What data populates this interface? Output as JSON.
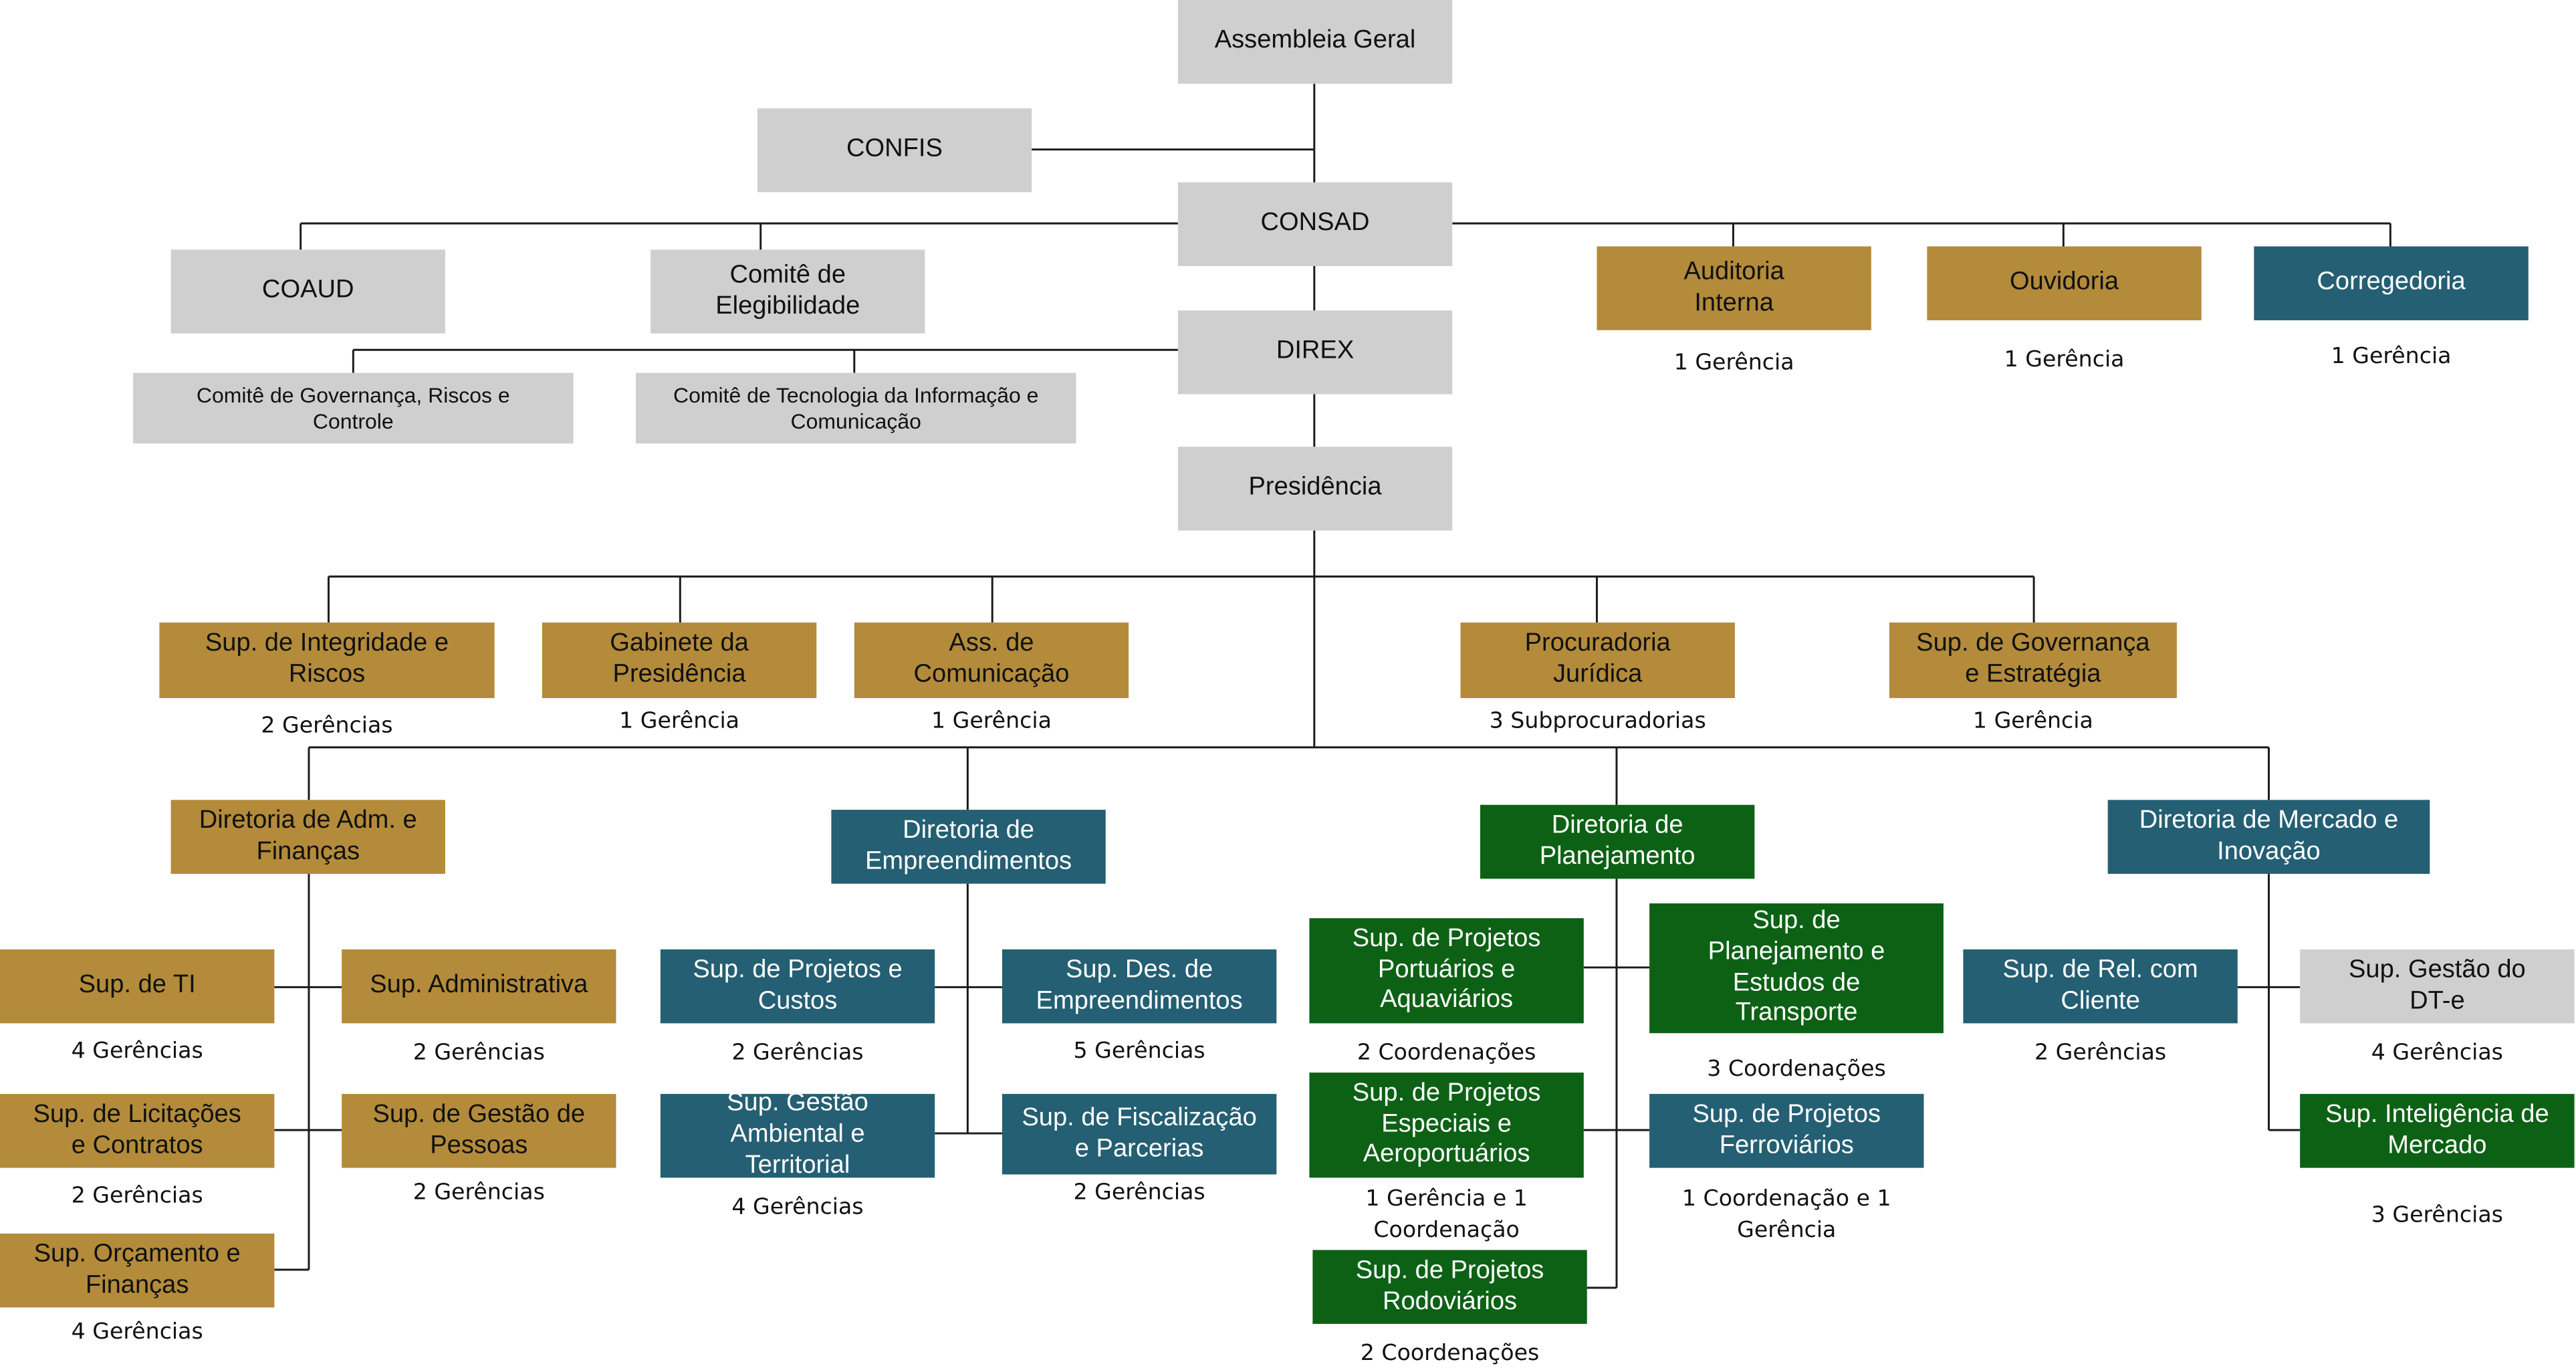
{
  "colors": {
    "gray": "#d0cfcf",
    "gold": "#b38b3a",
    "teal": "#245f73",
    "green": "#0d6115",
    "line": "#1a1a1a"
  },
  "nodes": {
    "assembleia": {
      "label": "Assembleia Geral",
      "color": "gray"
    },
    "confis": {
      "label": "CONFIS",
      "color": "gray"
    },
    "consad": {
      "label": "CONSAD",
      "color": "gray"
    },
    "coaud": {
      "label": "COAUD",
      "color": "gray"
    },
    "comite_eleg": {
      "label": "Comitê de\nElegibilidade",
      "color": "gray"
    },
    "auditoria": {
      "label": "Auditoria\nInterna",
      "color": "gold",
      "note": "1 Gerência"
    },
    "ouvidoria": {
      "label": "Ouvidoria",
      "color": "gold",
      "note": "1 Gerência"
    },
    "corregedoria": {
      "label": "Corregedoria",
      "color": "teal",
      "note": "1 Gerência"
    },
    "direx": {
      "label": "DIREX",
      "color": "gray"
    },
    "comite_gov": {
      "label": "Comitê de Governança, Riscos e\nControle",
      "color": "gray"
    },
    "comite_ti": {
      "label": "Comitê de Tecnologia da Informação e\nComunicação",
      "color": "gray"
    },
    "presidencia": {
      "label": "Presidência",
      "color": "gray"
    },
    "sup_integridade": {
      "label": "Sup. de Integridade e\nRiscos",
      "color": "gold",
      "note": "2 Gerências"
    },
    "gabinete": {
      "label": "Gabinete da\nPresidência",
      "color": "gold",
      "note": "1 Gerência"
    },
    "ass_comunicacao": {
      "label": "Ass. de\nComunicação",
      "color": "gold",
      "note": "1 Gerência"
    },
    "procuradoria": {
      "label": "Procuradoria\nJurídica",
      "color": "gold",
      "note": "3 Subprocuradorias"
    },
    "sup_governanca": {
      "label": "Sup. de Governança\ne Estratégia",
      "color": "gold",
      "note": "1 Gerência"
    },
    "dir_adm": {
      "label": "Diretoria de Adm. e\nFinanças",
      "color": "gold"
    },
    "dir_empreend": {
      "label": "Diretoria de\nEmpreendimentos",
      "color": "teal"
    },
    "dir_planej": {
      "label": "Diretoria de\nPlanejamento",
      "color": "green"
    },
    "dir_mercado": {
      "label": "Diretoria de Mercado e\nInovação",
      "color": "teal"
    },
    "sup_ti": {
      "label": "Sup. de TI",
      "color": "gold",
      "note": "4 Gerências"
    },
    "sup_admin": {
      "label": "Sup. Administrativa",
      "color": "gold",
      "note": "2 Gerências"
    },
    "sup_licit": {
      "label": "Sup. de Licitações\ne Contratos",
      "color": "gold",
      "note": "2 Gerências"
    },
    "sup_pessoas": {
      "label": "Sup. de Gestão de\nPessoas",
      "color": "gold",
      "note": "2 Gerências"
    },
    "sup_orcam": {
      "label": "Sup. Orçamento e\nFinanças",
      "color": "gold",
      "note": "4 Gerências"
    },
    "sup_proj_custos": {
      "label": "Sup. de Projetos e\nCustos",
      "color": "teal",
      "note": "2 Gerências"
    },
    "sup_des_empreend": {
      "label": "Sup. Des. de\nEmpreendimentos",
      "color": "teal",
      "note": "5 Gerências"
    },
    "sup_gestao_amb": {
      "label": "Sup. Gestão\nAmbiental e\nTerritorial",
      "color": "teal",
      "note": "4 Gerências"
    },
    "sup_fiscal": {
      "label": "Sup. de Fiscalização\ne Parcerias",
      "color": "teal",
      "note": "2 Gerências"
    },
    "sup_proj_port": {
      "label": "Sup. de Projetos\nPortuários e\nAquaviários",
      "color": "green",
      "note": "2 Coordenações"
    },
    "sup_planej_transp": {
      "label": "Sup. de\nPlanejamento e\nEstudos de\nTransporte",
      "color": "green",
      "note": "3 Coordenações"
    },
    "sup_proj_esp": {
      "label": "Sup. de Projetos\nEspeciais e\nAeroportuários",
      "color": "green",
      "note": "1 Gerência e 1\nCoordenação"
    },
    "sup_proj_ferro": {
      "label": "Sup. de Projetos\nFerroviários",
      "color": "teal",
      "note": "1 Coordenação e 1\nGerência"
    },
    "sup_proj_rodo": {
      "label": "Sup. de Projetos\nRodoviários",
      "color": "green",
      "note": "2 Coordenações"
    },
    "sup_rel_cliente": {
      "label": "Sup. de Rel. com\nCliente",
      "color": "teal",
      "note": "2 Gerências"
    },
    "sup_gestao_dte": {
      "label": "Sup. Gestão do\nDT-e",
      "color": "gray",
      "note": "4 Gerências"
    },
    "sup_intelig": {
      "label": "Sup. Inteligência de\nMercado",
      "color": "green",
      "note": "3 Gerências"
    }
  }
}
